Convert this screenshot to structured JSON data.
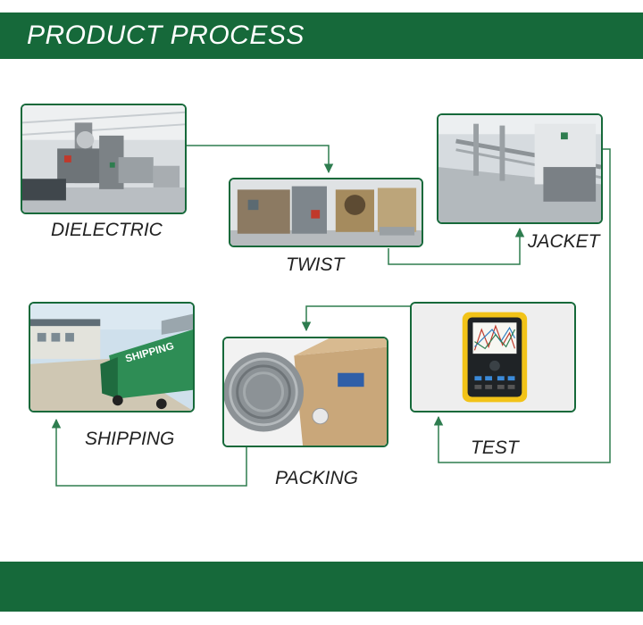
{
  "header": {
    "title": "PRODUCT PROCESS"
  },
  "steps": [
    {
      "id": "dielectric",
      "label": "DIELECTRIC",
      "photo": "extrusion-line-photo"
    },
    {
      "id": "twist",
      "label": "TWIST",
      "photo": "twisting-machine-photo"
    },
    {
      "id": "jacket",
      "label": "JACKET",
      "photo": "jacketing-line-photo"
    },
    {
      "id": "test",
      "label": "TEST",
      "photo": "cable-analyzer-photo"
    },
    {
      "id": "packing",
      "label": "PACKING",
      "photo": "cable-reel-box-photo"
    },
    {
      "id": "shipping",
      "label": "SHIPPING",
      "photo": "container-truck-photo"
    }
  ],
  "colors": {
    "brand_green": "#16693a",
    "connector": "#2e7d4f",
    "label_text": "#222222"
  }
}
